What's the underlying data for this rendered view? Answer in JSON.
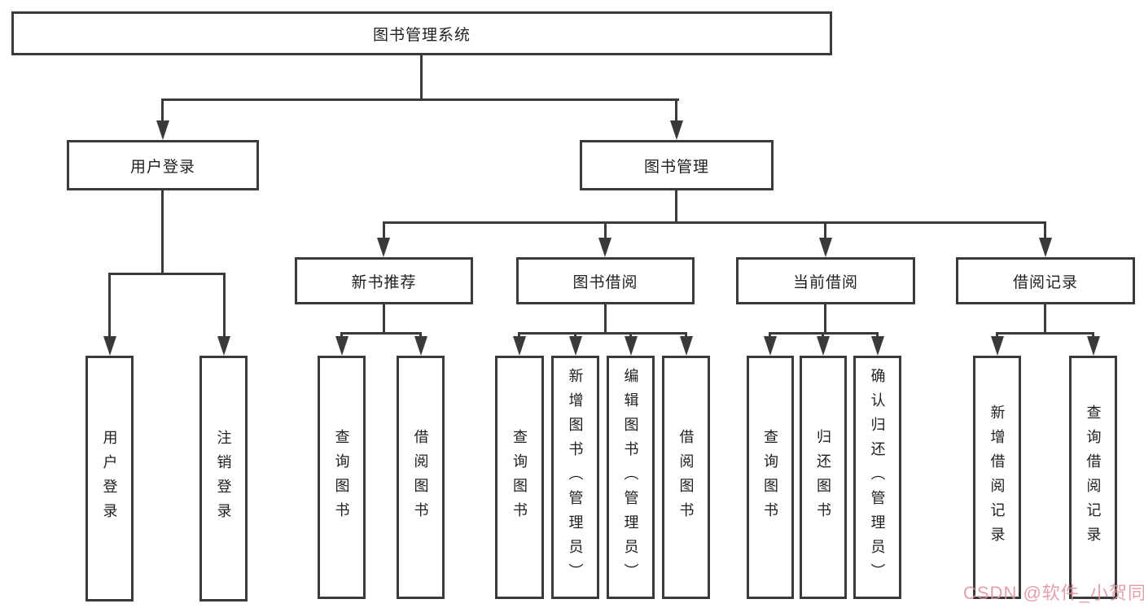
{
  "diagram": {
    "title": "图书管理系统",
    "root": {
      "label": "图书管理系统"
    },
    "level2": [
      {
        "label": "用户登录"
      },
      {
        "label": "图书管理"
      }
    ],
    "level3": [
      {
        "label": "新书推荐"
      },
      {
        "label": "图书借阅"
      },
      {
        "label": "当前借阅"
      },
      {
        "label": "借阅记录"
      }
    ],
    "leaves": {
      "user_login": [
        "用户登录",
        "注销登录"
      ],
      "new_book_recommend": [
        "查询图书",
        "借阅图书"
      ],
      "book_borrow": [
        "查询图书",
        "新增图书（管理员）",
        "编辑图书（管理员）",
        "借阅图书"
      ],
      "current_borrow": [
        "查询图书",
        "归还图书",
        "确认归还（管理员）"
      ],
      "borrow_records": [
        "新增借阅记录",
        "查询借阅记录"
      ]
    }
  },
  "watermark": {
    "text": "CSDN @软件_小贺同学",
    "color": "#dd9099"
  },
  "colors": {
    "background": "#ffffff",
    "line": "#3a3a3a",
    "text": "#1f1f1f"
  }
}
